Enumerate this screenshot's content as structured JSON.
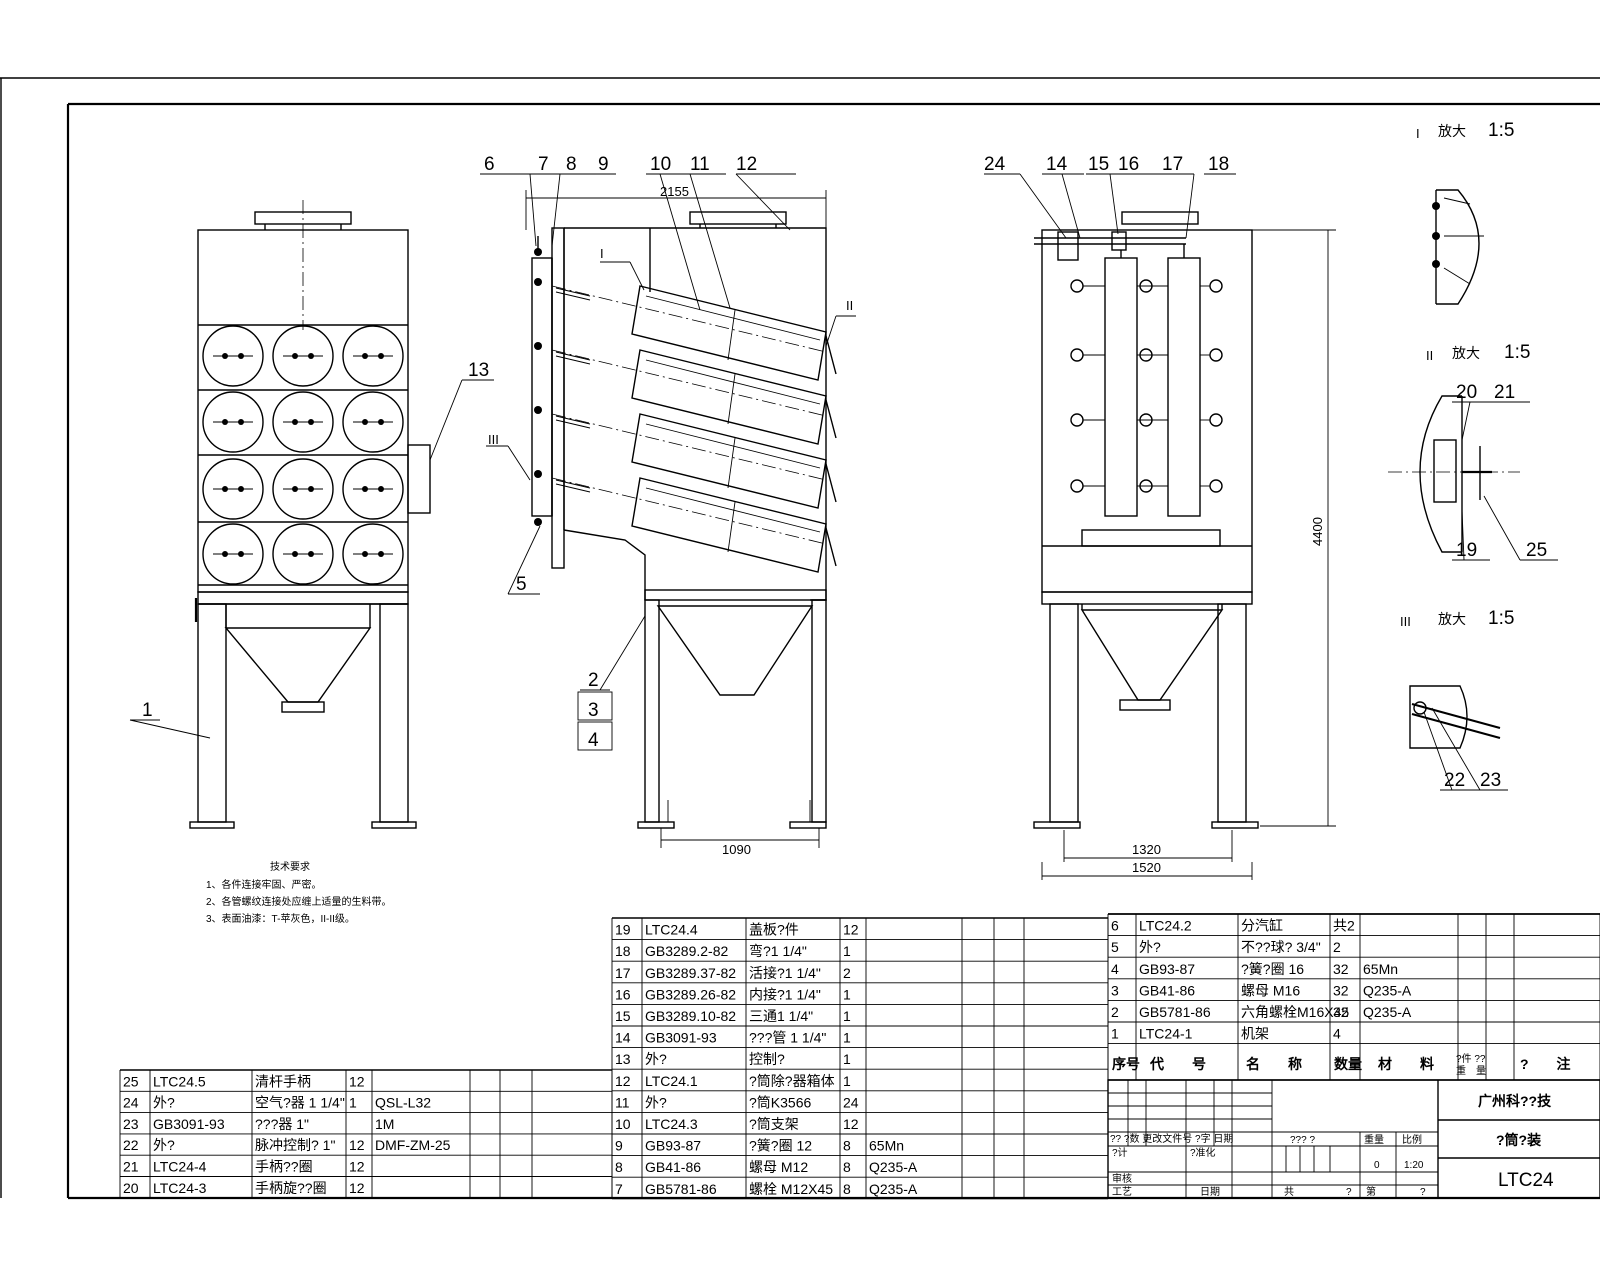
{
  "balloons": [
    "1",
    "2",
    "3",
    "4",
    "5",
    "6",
    "7",
    "8",
    "9",
    "10",
    "11",
    "12",
    "13",
    "14",
    "15",
    "16",
    "17",
    "18",
    "19",
    "20",
    "21",
    "22",
    "23",
    "24",
    "25",
    "I",
    "II",
    "III"
  ],
  "dimensions": {
    "width_top": "2155",
    "leg_span_mid": "1090",
    "leg_span_inner": "1320",
    "leg_span_outer": "1520",
    "height": "4400"
  },
  "details": {
    "d1": {
      "num": "I",
      "label": "放大",
      "scale": "1:5"
    },
    "d2": {
      "num": "II",
      "label": "放大",
      "scale": "1:5"
    },
    "d3": {
      "num": "III",
      "label": "放大",
      "scale": "1:5"
    }
  },
  "notes": {
    "title": "技术要求",
    "lines": [
      "1、各件连接牢固、严密。",
      "2、各管螺纹连接处应缠上适量的生料带。",
      "3、表面油漆：T-苹灰色，II-II级。"
    ]
  },
  "bom_left": [
    [
      "25",
      "LTC24.5",
      "清杆手柄",
      "12",
      "",
      ""
    ],
    [
      "24",
      "外?",
      "空气?器 1 1/4\"",
      "1",
      "QSL-L32",
      ""
    ],
    [
      "23",
      "GB3091-93",
      "???器 1\"",
      "",
      "1M",
      ""
    ],
    [
      "22",
      "外?",
      "脉冲控制? 1\"",
      "12",
      "DMF-ZM-25",
      ""
    ],
    [
      "21",
      "LTC24-4",
      "手柄??圈",
      "12",
      "",
      ""
    ],
    [
      "20",
      "LTC24-3",
      "手柄旋??圈",
      "12",
      "",
      ""
    ]
  ],
  "bom_mid": [
    [
      "19",
      "LTC24.4",
      "盖板?件",
      "12",
      ""
    ],
    [
      "18",
      "GB3289.2-82",
      "弯?1 1/4\"",
      "1",
      ""
    ],
    [
      "17",
      "GB3289.37-82",
      "活接?1 1/4\"",
      "2",
      ""
    ],
    [
      "16",
      "GB3289.26-82",
      "内接?1 1/4\"",
      "1",
      ""
    ],
    [
      "15",
      "GB3289.10-82",
      "三通1 1/4\"",
      "1",
      ""
    ],
    [
      "14",
      "GB3091-93",
      "???管 1 1/4\"",
      "1",
      ""
    ],
    [
      "13",
      "外?",
      "控制?",
      "1",
      ""
    ],
    [
      "12",
      "LTC24.1",
      "?筒除?器箱体",
      "1",
      ""
    ],
    [
      "11",
      "外?",
      "?筒K3566",
      "24",
      ""
    ],
    [
      "10",
      "LTC24.3",
      "?筒支架",
      "12",
      ""
    ],
    [
      "9",
      "GB93-87",
      "?簧?圈 12",
      "8",
      "65Mn"
    ],
    [
      "8",
      "GB41-86",
      "螺母 M12",
      "8",
      "Q235-A"
    ],
    [
      "7",
      "GB5781-86",
      "螺栓 M12X45",
      "8",
      "Q235-A"
    ]
  ],
  "bom_right": [
    [
      "6",
      "LTC24.2",
      "分汽缸",
      "共2",
      ""
    ],
    [
      "5",
      "外?",
      "不??球? 3/4\"",
      "2",
      ""
    ],
    [
      "4",
      "GB93-87",
      "?簧?圈 16",
      "32",
      "65Mn"
    ],
    [
      "3",
      "GB41-86",
      "螺母 M16",
      "32",
      "Q235-A"
    ],
    [
      "2",
      "GB5781-86",
      "六角螺栓M16X45",
      "32",
      "Q235-A"
    ],
    [
      "1",
      "LTC24-1",
      "机架",
      "4",
      ""
    ]
  ],
  "bom_header": {
    "seq": "序号",
    "code": "代　　号",
    "name": "名　　称",
    "qty": "数量",
    "material": "材　　料",
    "weight": "?件 ??",
    "weight_unit": "重　量",
    "remark": "?　　注"
  },
  "title_block": {
    "company": "广州科??技",
    "drawing_title": "?筒?装",
    "drawing_no": "LTC24",
    "scale_label": "比例",
    "scale_value": "1:20",
    "weight_label": "重量",
    "weight_value": "0",
    "row_labels": [
      "?? ?数 更改文件号 ?字 日期",
      "?计",
      "?准化",
      "??? ?",
      "审核",
      "工艺",
      "日期",
      "共",
      "?",
      "第",
      "?"
    ]
  }
}
